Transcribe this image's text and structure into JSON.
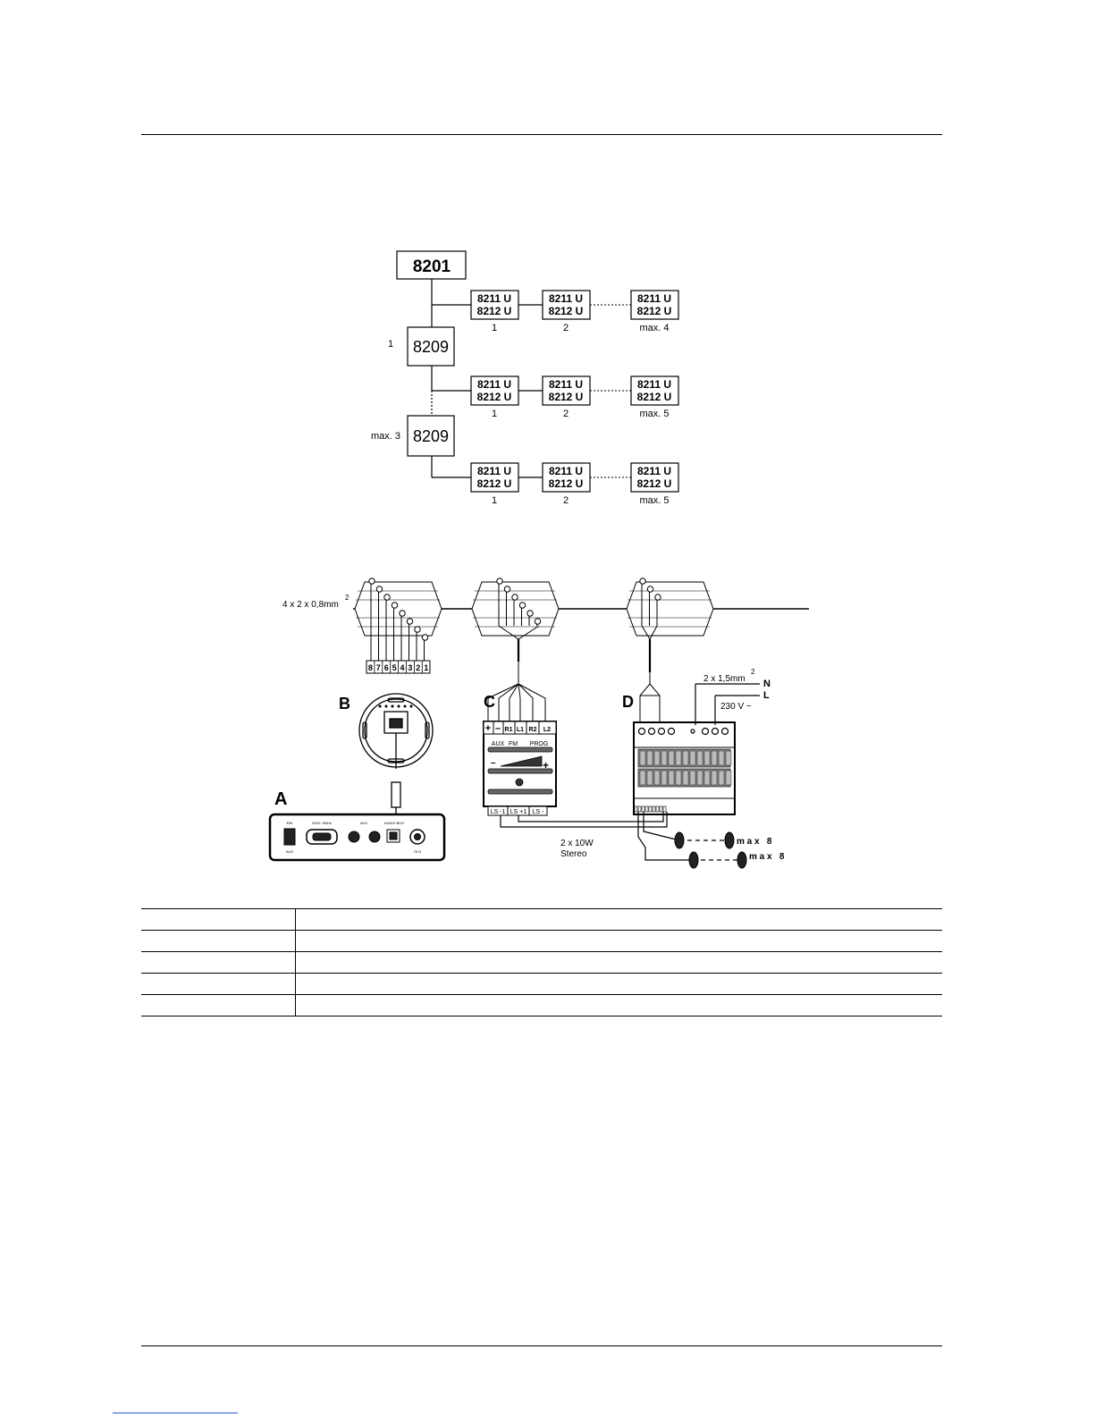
{
  "tree": {
    "root": "8201",
    "hubs": [
      {
        "label": "8209",
        "side_label": "1"
      },
      {
        "label": "8209",
        "side_label": "max. 3"
      }
    ],
    "module_line1": "8211 U",
    "module_line2": "8212 U",
    "branches": [
      {
        "labels": [
          "1",
          "2",
          "max. 4"
        ]
      },
      {
        "labels": [
          "1",
          "2",
          "max. 5"
        ]
      },
      {
        "labels": [
          "1",
          "2",
          "max. 5"
        ]
      }
    ]
  },
  "wiring": {
    "cable_label": "4 x 2 x 0,8mm",
    "cable_sup": "2",
    "terminals_b": [
      "8",
      "7",
      "6",
      "5",
      "4",
      "3",
      "2",
      "1"
    ],
    "labels": {
      "a": "A",
      "b": "B",
      "c": "C",
      "d": "D"
    },
    "power_cable": "2 x 1,5mm",
    "power_sup": "2",
    "n": "N",
    "l": "L",
    "voltage": "230 V ~",
    "amp_top": [
      "+",
      "–",
      "R1",
      "L1",
      "R2",
      "L2"
    ],
    "amp_labels": [
      "AUX",
      "FM",
      "PROG"
    ],
    "amp_minus": "–",
    "amp_plus": "+",
    "ls": [
      "LS -1",
      "LS +1",
      "LS -"
    ],
    "stereo_1": "2 x 10W",
    "stereo_2": "Stereo",
    "speaker_max_1": "m a x   8",
    "speaker_max_2": "m a x   8",
    "a_labels": {
      "sw": "EIN",
      "sw2": "AUS",
      "power": "230V~/50Hz",
      "aux": "AUX",
      "bus": "AUDIO BUS",
      "ant": "75 Ω"
    }
  },
  "legend_rows": [
    {
      "key": "",
      "value": ""
    },
    {
      "key": "",
      "value": ""
    },
    {
      "key": "",
      "value": ""
    },
    {
      "key": "",
      "value": ""
    },
    {
      "key": "",
      "value": ""
    }
  ]
}
